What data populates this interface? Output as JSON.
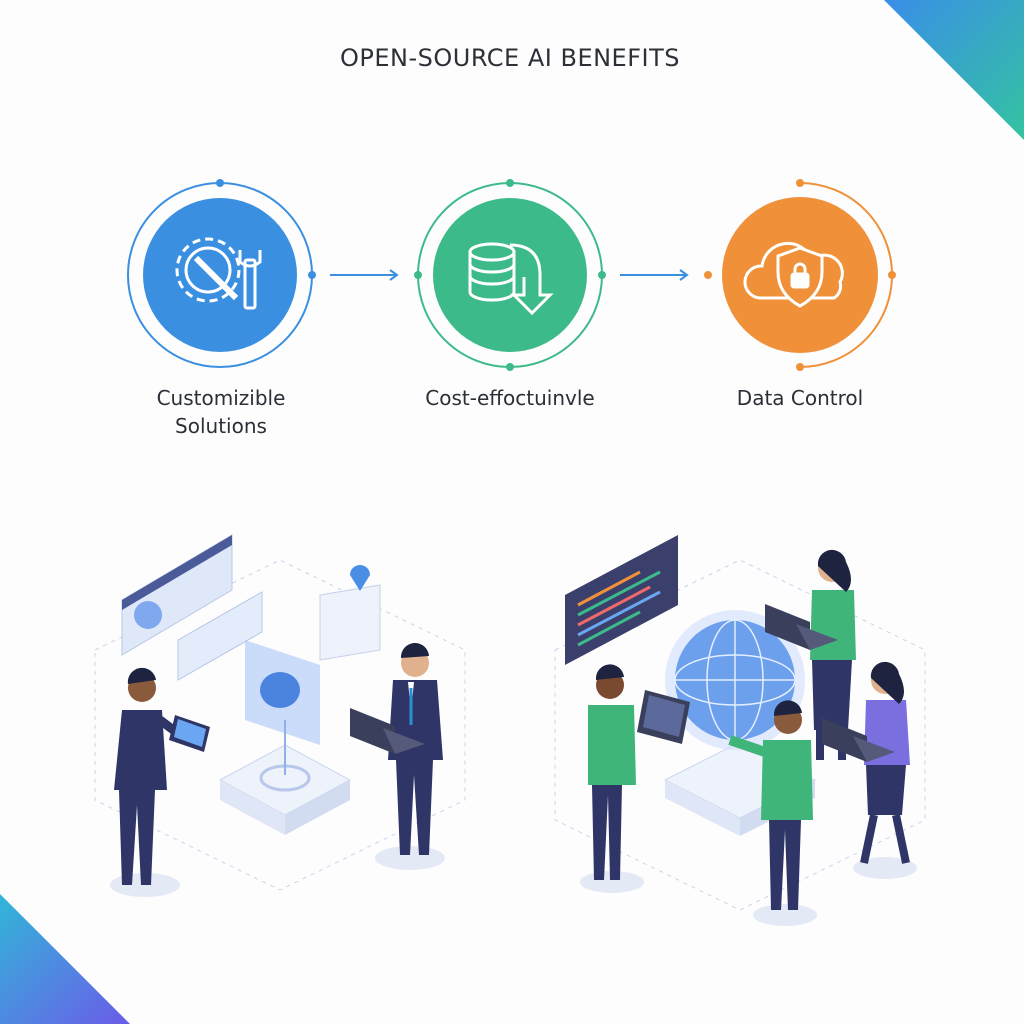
{
  "title": "OPEN-SOURCE AI BENEFITS",
  "benefits": [
    {
      "label_line1": "Customizible",
      "label_line2": "Solutions",
      "icon": "gear-wrench-icon",
      "color": "#3b8fe0"
    },
    {
      "label_line1": "Cost-effoctuinvle",
      "icon": "coin-stack-arrow-icon",
      "color": "#3dba8a"
    },
    {
      "label_line1": "Data Control",
      "icon": "cloud-shield-lock-icon",
      "color": "#f0913a"
    }
  ],
  "colors": {
    "accent_blue": "#3b8fe0",
    "accent_green": "#3dba8a",
    "accent_orange": "#f0913a",
    "suit": "#2f3566",
    "shirt_green": "#3fb57a"
  }
}
